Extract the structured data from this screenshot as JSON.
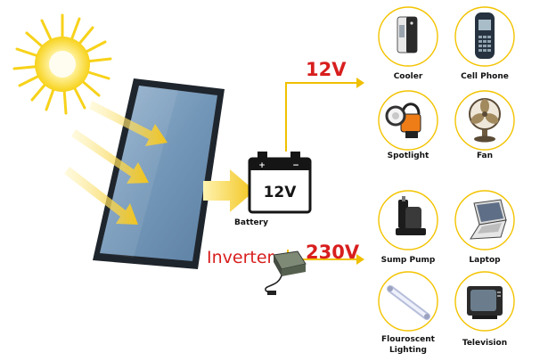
{
  "colors": {
    "sun": "#F7D21A",
    "sun_core": "#FFF7C2",
    "arrow": "#F2C41C",
    "wire": "#F0C000",
    "voltage": "#D81E1E",
    "panel_frame": "#1F252C",
    "panel_glass": "#7FA0BE",
    "circle_ring": "#F3C300"
  },
  "battery": {
    "voltage_label": "12V",
    "caption": "Battery"
  },
  "inverter": {
    "label": "Inverter"
  },
  "outputs": {
    "dc": {
      "voltage": "12V",
      "appliances": [
        {
          "name": "Cooler",
          "icon": "cooler-icon"
        },
        {
          "name": "Cell Phone",
          "icon": "cell-phone-icon"
        },
        {
          "name": "Spotlight",
          "icon": "spotlight-icon"
        },
        {
          "name": "Fan",
          "icon": "fan-icon"
        }
      ]
    },
    "ac": {
      "voltage": "230V",
      "appliances": [
        {
          "name": "Sump Pump",
          "icon": "sump-pump-icon"
        },
        {
          "name": "Laptop",
          "icon": "laptop-icon"
        },
        {
          "name_line1": "Flouroscent",
          "name_line2": "Lighting",
          "icon": "fluorescent-tube-icon"
        },
        {
          "name": "Television",
          "icon": "television-icon"
        }
      ]
    }
  }
}
